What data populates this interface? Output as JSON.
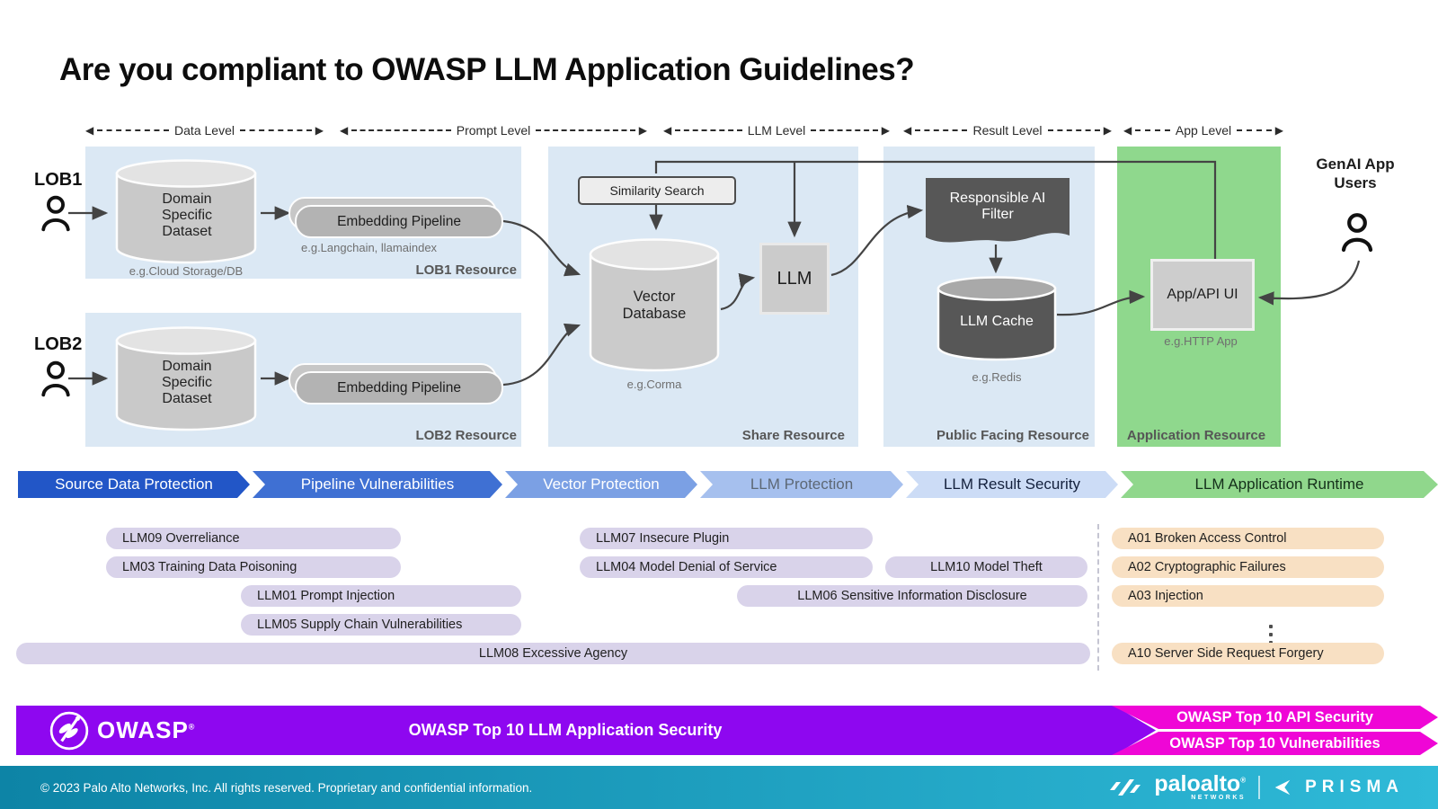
{
  "title": "Are you compliant to OWASP LLM Application Guidelines?",
  "levels": [
    {
      "label": "Data Level"
    },
    {
      "label": "Prompt Level"
    },
    {
      "label": "LLM Level"
    },
    {
      "label": "Result Level"
    },
    {
      "label": "App Level"
    }
  ],
  "diagram": {
    "lob1": {
      "label": "LOB1",
      "dataset": "Domain Specific Dataset",
      "dataset_example": "e.g.Cloud Storage/DB",
      "pipeline": "Embedding Pipeline",
      "pipeline_example": "e.g.Langchain, llamaindex",
      "resource": "LOB1 Resource"
    },
    "lob2": {
      "label": "LOB2",
      "dataset": "Domain Specific Dataset",
      "pipeline": "Embedding Pipeline",
      "resource": "LOB2 Resource"
    },
    "share": {
      "similarity_search": "Similarity Search",
      "vector_db": "Vector Database",
      "vector_db_example": "e.g.Corma",
      "llm": "LLM",
      "resource": "Share Resource"
    },
    "public": {
      "rai_filter": "Responsible AI Filter",
      "llm_cache": "LLM Cache",
      "cache_example": "e.g.Redis",
      "resource": "Public Facing Resource"
    },
    "app": {
      "app_ui": "App/API UI",
      "app_example": "e.g.HTTP App",
      "resource": "Application Resource"
    },
    "users": {
      "label": "GenAI App Users"
    }
  },
  "chevrons": [
    {
      "label": "Source Data Protection",
      "bg": "#2256c7",
      "text_color": "#ffffff"
    },
    {
      "label": "Pipeline Vulnerabilities",
      "bg": "#3f70d3",
      "text_color": "#ffffff"
    },
    {
      "label": "Vector Protection",
      "bg": "#7ba0e4",
      "text_color": "#ffffff"
    },
    {
      "label": "LLM Protection",
      "bg": "#a6c0ee",
      "text_color": "#5d6875"
    },
    {
      "label": "LLM Result Security",
      "bg": "#ccdcf6",
      "text_color": "#14213d"
    },
    {
      "label": "LLM Application Runtime",
      "bg": "#90d78c",
      "text_color": "#14301a"
    }
  ],
  "vulnerabilities": {
    "llm_items": [
      {
        "label": "LLM09 Overreliance"
      },
      {
        "label": "LM03 Training Data Poisoning"
      },
      {
        "label": "LLM01 Prompt Injection"
      },
      {
        "label": "LLM05 Supply Chain Vulnerabilities"
      },
      {
        "label": "LLM07 Insecure Plugin"
      },
      {
        "label": "LLM04 Model Denial of Service"
      },
      {
        "label": "LLM10 Model Theft"
      },
      {
        "label": "LLM06 Sensitive Information Disclosure"
      },
      {
        "label": "LLM08 Excessive Agency"
      }
    ],
    "owasp_a_items": [
      {
        "label": "A01 Broken Access Control"
      },
      {
        "label": "A02 Cryptographic Failures"
      },
      {
        "label": "A03 Injection"
      },
      {
        "label": "A10 Server Side Request Forgery"
      }
    ]
  },
  "owasp_bar": {
    "logo_text": "OWASP",
    "label": "OWASP Top 10 LLM Application Security",
    "api_label": "OWASP Top 10 API Security",
    "vuln_label": "OWASP Top 10 Vulnerabilities",
    "bar_color": "#8e07f0",
    "arrow_color": "#ef06d6"
  },
  "footer": {
    "copyright": "© 2023 Palo Alto Networks, Inc. All rights reserved. Proprietary and confidential information.",
    "brand": "paloalto",
    "brand_sub": "NETWORKS",
    "brand2": "PRISMA",
    "bg_left": "#0d84a6",
    "bg_right": "#2fbad8"
  },
  "colors": {
    "panel_blue": "#dbe8f4",
    "panel_green": "#8fd88d",
    "pill_lavender": "#d9d3ea",
    "pill_peach": "#f8e0c3",
    "cylinder_light": "#c9c9c9",
    "cylinder_dark": "#575757",
    "connector": "#444444"
  }
}
